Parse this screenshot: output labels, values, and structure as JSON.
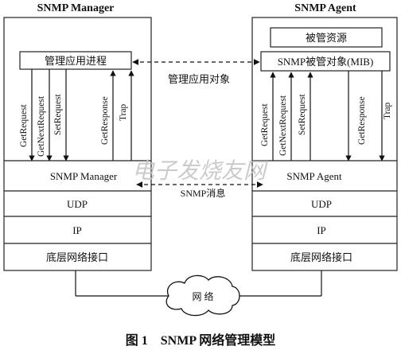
{
  "manager": {
    "title": "SNMP Manager",
    "app_process": "管理应用进程",
    "messages": [
      "GetRequest",
      "GetNextRequest",
      "SetRequest",
      "GetResponse",
      "Trap"
    ],
    "layers": [
      "SNMP Manager",
      "UDP",
      "IP",
      "底层网络接口"
    ]
  },
  "agent": {
    "title": "SNMP Agent",
    "managed_resource": "被管资源",
    "mib": "SNMP被管对象(MIB)",
    "messages": [
      "GetRequest",
      "GetNextRequest",
      "SetRequest",
      "GetResponse",
      "Trap"
    ],
    "layers": [
      "SNMP  Agent",
      "UDP",
      "IP",
      "底层网络接口"
    ]
  },
  "links": {
    "managed_object_label": "管理应用对象",
    "snmp_message_label": "SNMP消息"
  },
  "network": {
    "label": "网 络"
  },
  "watermark": "电子发烧友网",
  "caption": "图 1    SNMP 网络管理模型"
}
